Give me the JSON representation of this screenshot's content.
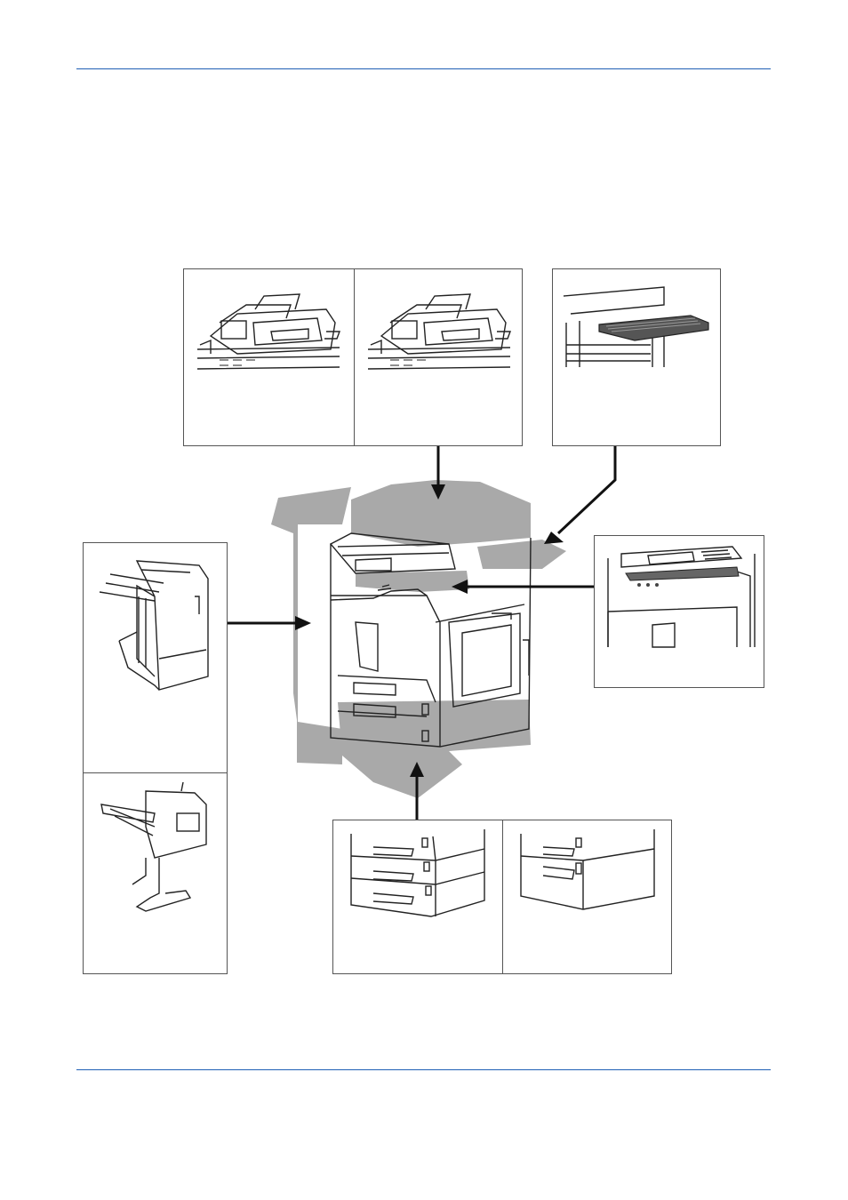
{
  "page": {
    "header_rule_color": "#1f5fb5",
    "footer_rule_color": "#1f5fb5"
  },
  "colors": {
    "option_fill": "#a9a9a9",
    "line": "#222222",
    "arrow": "#111111"
  },
  "diagram": {
    "main_unit": "copier-main-unit",
    "options": [
      {
        "id": "document-processor-a",
        "group": "top-left-panel",
        "icon": "document-processor-icon"
      },
      {
        "id": "document-processor-b",
        "group": "top-left-panel",
        "icon": "document-processor-icon"
      },
      {
        "id": "job-separator-tray",
        "group": "top-right-panel",
        "icon": "output-tray-icon"
      },
      {
        "id": "inner-job-separator",
        "group": "right-panel",
        "icon": "inner-tray-icon"
      },
      {
        "id": "finisher-a",
        "group": "left-panel",
        "icon": "finisher-icon"
      },
      {
        "id": "finisher-b",
        "group": "left-panel",
        "icon": "finisher-icon"
      },
      {
        "id": "paper-feeder-3-tray",
        "group": "bottom-panel",
        "icon": "paper-feeder-icon"
      },
      {
        "id": "paper-feeder-2-tray",
        "group": "bottom-panel",
        "icon": "paper-feeder-icon"
      }
    ]
  }
}
